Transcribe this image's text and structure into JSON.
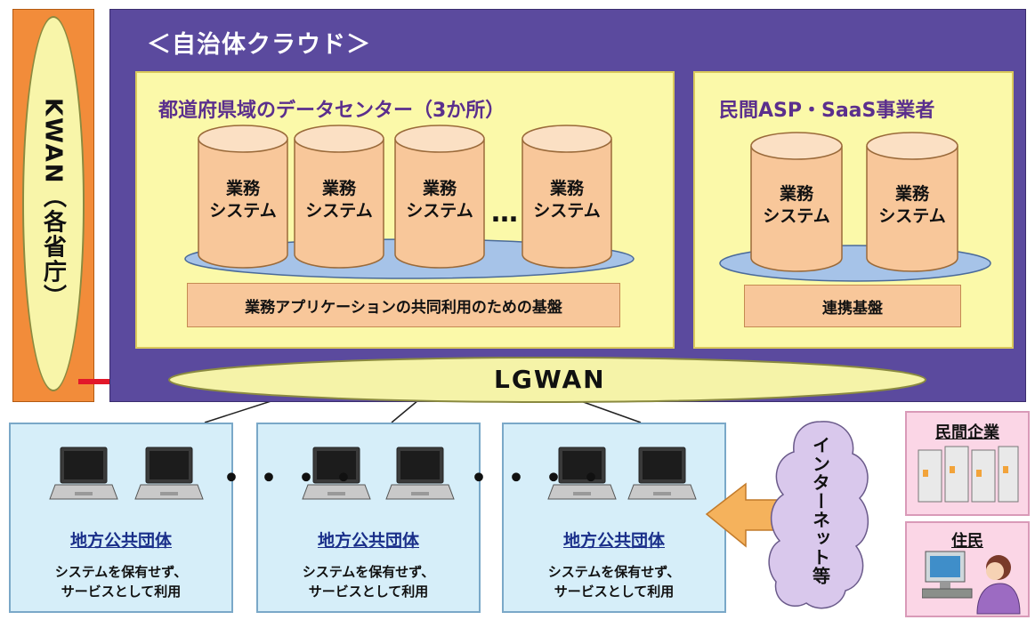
{
  "kwan": {
    "label": "KWAN（各省庁）"
  },
  "cloud": {
    "title": "＜自治体クラウド＞"
  },
  "datacenter": {
    "title": "都道府県域のデータセンター（3か所）",
    "systems": [
      "業務\nシステム",
      "業務\nシステム",
      "業務\nシステム",
      "業務\nシステム"
    ],
    "ellipsis": "…",
    "base": "業務アプリケーションの共同利用のための基盤"
  },
  "private_asp": {
    "title": "民間ASP・SaaS事業者",
    "systems": [
      "業務\nシステム",
      "業務\nシステム"
    ],
    "base": "連携基盤"
  },
  "lgwan": {
    "label": "LGWAN"
  },
  "local_governments": [
    {
      "title": "地方公共団体",
      "desc_line1": "システムを保有せず、",
      "desc_line2": "サービスとして利用"
    },
    {
      "title": "地方公共団体",
      "desc_line1": "システムを保有せず、",
      "desc_line2": "サービスとして利用"
    },
    {
      "title": "地方公共団体",
      "desc_line1": "システムを保有せず、",
      "desc_line2": "サービスとして利用"
    }
  ],
  "separator_dots": "・・・・",
  "internet": {
    "label": "インターネット等"
  },
  "private_company": {
    "label": "民間企業"
  },
  "residents": {
    "label": "住民"
  },
  "colors": {
    "kwan_bar": "#f28c3a",
    "cloud_panel": "#5b4a9e",
    "yellow_box": "#fbf9a9",
    "cylinder": "#f8c79a",
    "lgwan_oval": "#f5f3a8",
    "local_gov_box": "#d6eef9",
    "internet_cloud": "#d9c8ec",
    "private_box": "#fbd6e6",
    "arrow": "#f5b25c"
  }
}
